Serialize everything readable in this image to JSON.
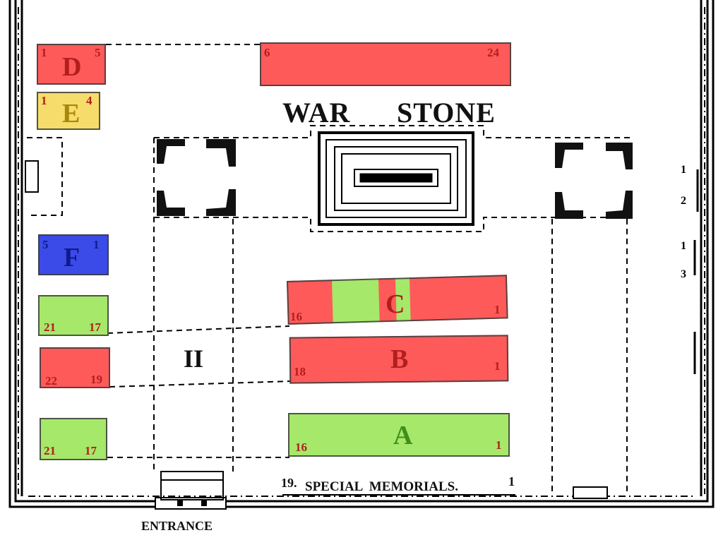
{
  "title_left": "WAR",
  "title_right": "STONE",
  "plot_two_label": "II",
  "entrance_label": "ENTRANCE",
  "special_memorials": {
    "start": "19.",
    "label": "SPECIAL  MEMORIALS.",
    "end": "1"
  },
  "rows": {
    "D": {
      "letter": "D",
      "left_num": "1",
      "right_num": "5",
      "ext_left": "6",
      "ext_right": "24",
      "color": "#ff5a5a"
    },
    "E": {
      "letter": "E",
      "left_num": "1",
      "right_num": "4",
      "color": "#f6dc6a"
    },
    "F": {
      "letter": "F",
      "left_num": "5",
      "right_num": "1",
      "color": "#3b4be8"
    },
    "C": {
      "letter": "C",
      "left_num": "16",
      "right_num": "1",
      "side_left": "21",
      "side_right": "17"
    },
    "B": {
      "letter": "B",
      "left_num": "18",
      "right_num": "1",
      "side_left": "22",
      "side_right": "19"
    },
    "A": {
      "letter": "A",
      "left_num": "16",
      "right_num": "1",
      "side_left": "21",
      "side_right": "17"
    }
  },
  "side_markers": [
    "1",
    "2",
    "1",
    "3"
  ],
  "colors": {
    "red": "#ff5a5a",
    "green": "#a5e86a",
    "yellow": "#f6dc6a",
    "blue": "#3b4be8",
    "wall": "#000000"
  }
}
